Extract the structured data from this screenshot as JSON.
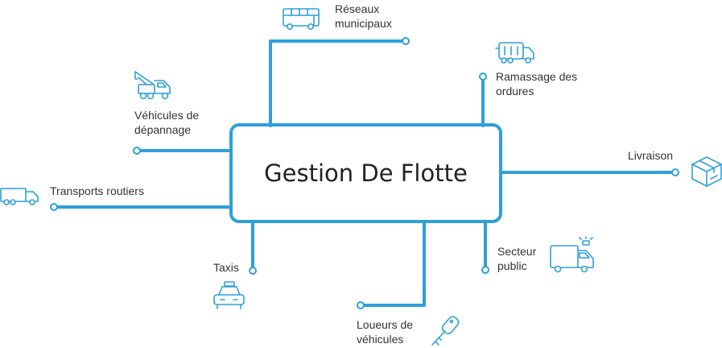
{
  "center": {
    "title": "Gestion De Flotte"
  },
  "branches": [
    {
      "id": "reseaux",
      "label": "Réseaux\nmunicipaux",
      "icon": "bus-icon"
    },
    {
      "id": "ramassage",
      "label": "Ramassage des\nordures",
      "icon": "garbage-truck-icon"
    },
    {
      "id": "livraison",
      "label": "Livraison",
      "icon": "package-box-icon"
    },
    {
      "id": "secteur",
      "label": "Secteur\npublic",
      "icon": "utility-van-icon"
    },
    {
      "id": "loueurs",
      "label": "Loueurs de\nvéhicules",
      "icon": "car-key-icon"
    },
    {
      "id": "taxis",
      "label": "Taxis",
      "icon": "taxi-icon"
    },
    {
      "id": "transports",
      "label": "Transports routiers",
      "icon": "semi-truck-icon"
    },
    {
      "id": "depannage",
      "label": "Véhicules de\ndépannage",
      "icon": "tow-truck-icon"
    }
  ],
  "colors": {
    "accent": "#2e9fd9",
    "text": "#333333"
  }
}
